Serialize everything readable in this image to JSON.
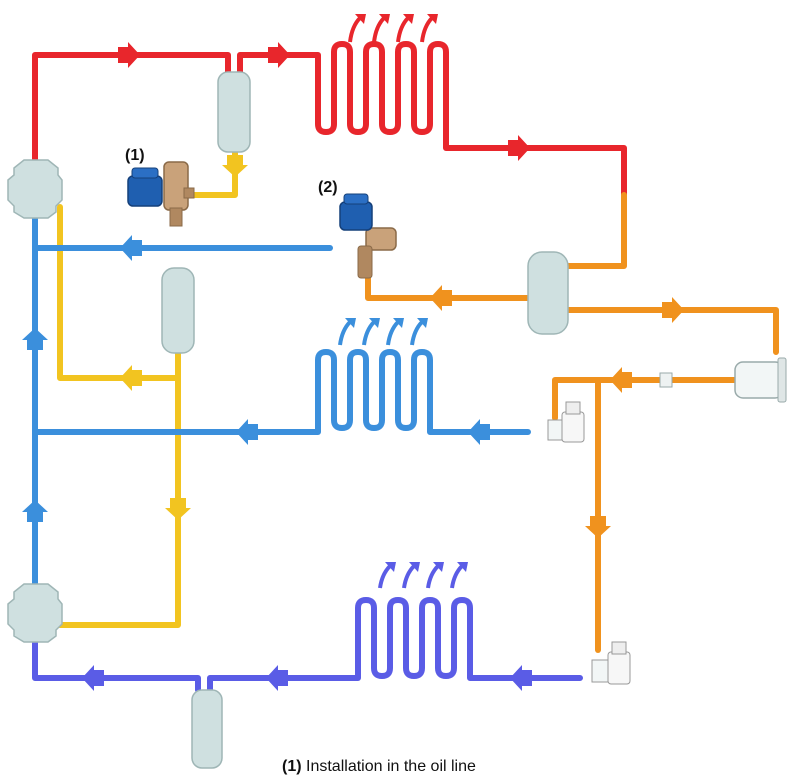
{
  "labels": {
    "valve_1": "(1)",
    "valve_2": "(2)"
  },
  "caption": {
    "marker": "(1)",
    "text": "Installation in the oil line"
  },
  "colors": {
    "hot_gas": "#e8262c",
    "liquid": "#f0921e",
    "oil": "#f2c420",
    "suction_mt": "#3b8fdc",
    "suction_lt": "#5a5ce6",
    "vessel": "#cfe0e0",
    "valve_coil": "#1f5fb0",
    "valve_body": "#c9a27a"
  },
  "icons": {
    "heat_out": "heat-rejection-arrows-icon",
    "heat_in_mt": "heat-absorption-arrows-icon",
    "heat_in_lt": "heat-absorption-arrows-icon"
  }
}
